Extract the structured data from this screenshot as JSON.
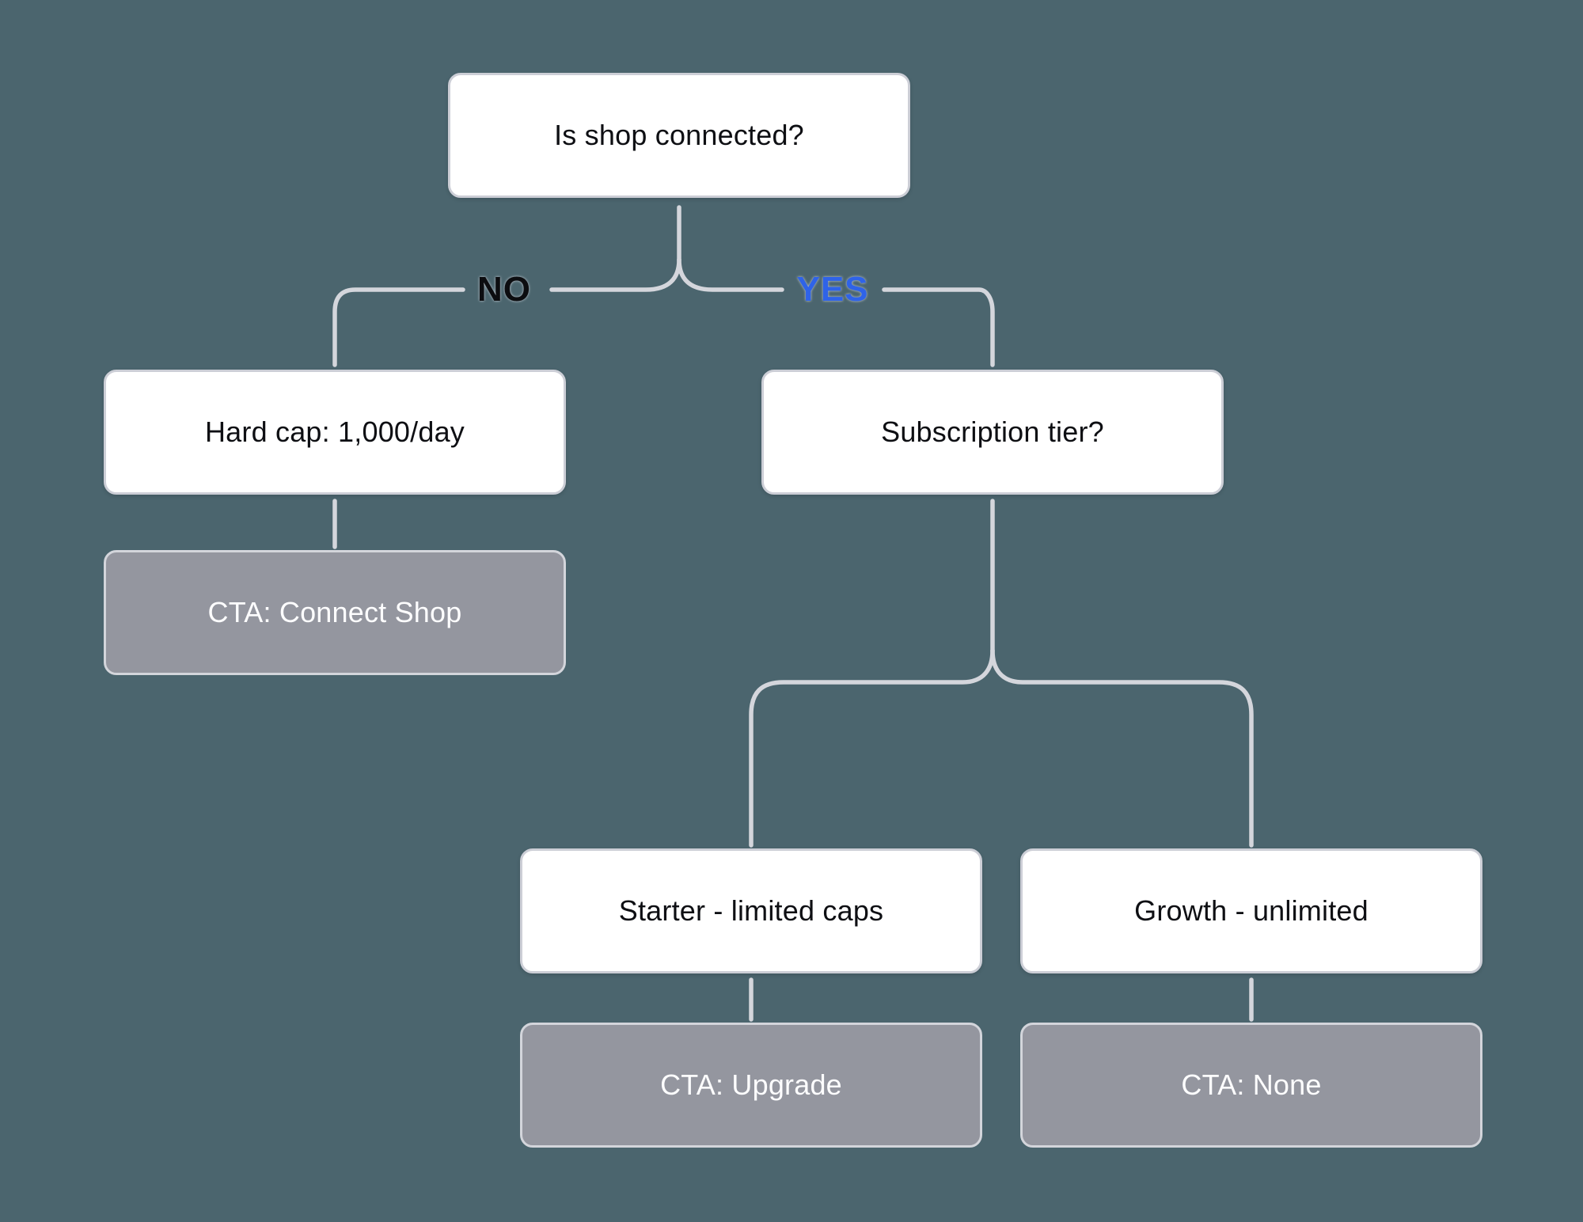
{
  "diagram": {
    "type": "decision-tree-flowchart",
    "colors": {
      "background": "#4b656e",
      "connector": "#d4d6dc",
      "node_border": "#ccced6",
      "decision_fill": "#ffffff",
      "cta_fill": "#94969f",
      "text_dark": "#0e0f13",
      "text_light": "#fdfdfe",
      "label_no": "#0c0d10",
      "label_yes": "#2f63e8"
    },
    "branch_labels": {
      "no": {
        "text": "NO"
      },
      "yes": {
        "text": "YES"
      }
    },
    "nodes": {
      "root": {
        "label": "Is shop connected?",
        "kind": "decision"
      },
      "no_result": {
        "label": "Hard cap: 1,000/day",
        "kind": "info"
      },
      "no_cta": {
        "label": "CTA: Connect Shop",
        "kind": "cta"
      },
      "yes_decision": {
        "label": "Subscription tier?",
        "kind": "decision"
      },
      "starter": {
        "label": "Starter - limited caps",
        "kind": "info"
      },
      "growth": {
        "label": "Growth - unlimited",
        "kind": "info"
      },
      "starter_cta": {
        "label": "CTA: Upgrade",
        "kind": "cta"
      },
      "growth_cta": {
        "label": "CTA: None",
        "kind": "cta"
      }
    },
    "edges": [
      {
        "from": "root",
        "to": "no_result",
        "label": "NO"
      },
      {
        "from": "root",
        "to": "yes_decision",
        "label": "YES"
      },
      {
        "from": "no_result",
        "to": "no_cta",
        "label": ""
      },
      {
        "from": "yes_decision",
        "to": "starter",
        "label": ""
      },
      {
        "from": "yes_decision",
        "to": "growth",
        "label": ""
      },
      {
        "from": "starter",
        "to": "starter_cta",
        "label": ""
      },
      {
        "from": "growth",
        "to": "growth_cta",
        "label": ""
      }
    ]
  }
}
